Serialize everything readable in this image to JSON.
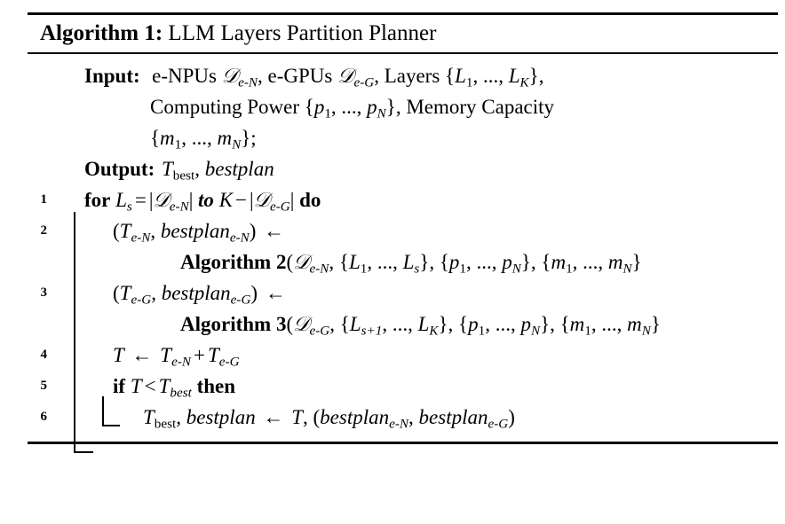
{
  "algorithm": {
    "label": "Algorithm 1:",
    "title": "LLM Layers Partition Planner",
    "io": {
      "input_label": "Input:",
      "input_lines": [
        "e-NPUs De-N, e-GPUs De-G, Layers {L1, ..., LK},",
        "Computing Power {p1, ..., pN}, Memory Capacity",
        "{m1, ..., mN};"
      ],
      "output_label": "Output:",
      "output_line": "Tbest, bestplan"
    },
    "lines": [
      {
        "number": "1",
        "text": "for Ls = |De-N| to K - |De-G| do",
        "indent": 0
      },
      {
        "number": "2",
        "text": "(Te-N, bestplane-N) <-",
        "indent": 1
      },
      {
        "number": "",
        "text": "Algorithm 2(De-N, {L1, ..., Ls}, {p1, ..., pN}, {m1, ..., mN}",
        "indent": 1
      },
      {
        "number": "3",
        "text": "(Te-G, bestplane-G) <-",
        "indent": 1
      },
      {
        "number": "",
        "text": "Algorithm 3(De-G, {Ls+1, ..., LK}, {p1, ..., pN}, {m1, ..., mN}",
        "indent": 1
      },
      {
        "number": "4",
        "text": "T <- Te-N + Te-G",
        "indent": 1
      },
      {
        "number": "5",
        "text": "if T < Tbest then",
        "indent": 1
      },
      {
        "number": "6",
        "text": "Tbest, bestplan <- T, (bestplane-N, bestplane-G)",
        "indent": 2
      }
    ],
    "symbols": {
      "arrow_left": "←",
      "minus": "−",
      "less_than": "<",
      "plus": "+",
      "script_d": "𝒟",
      "ellipsis": "...",
      "vertical_bar": "|"
    },
    "colors": {
      "text": "#000000",
      "rule": "#000000",
      "background": "#ffffff"
    }
  }
}
